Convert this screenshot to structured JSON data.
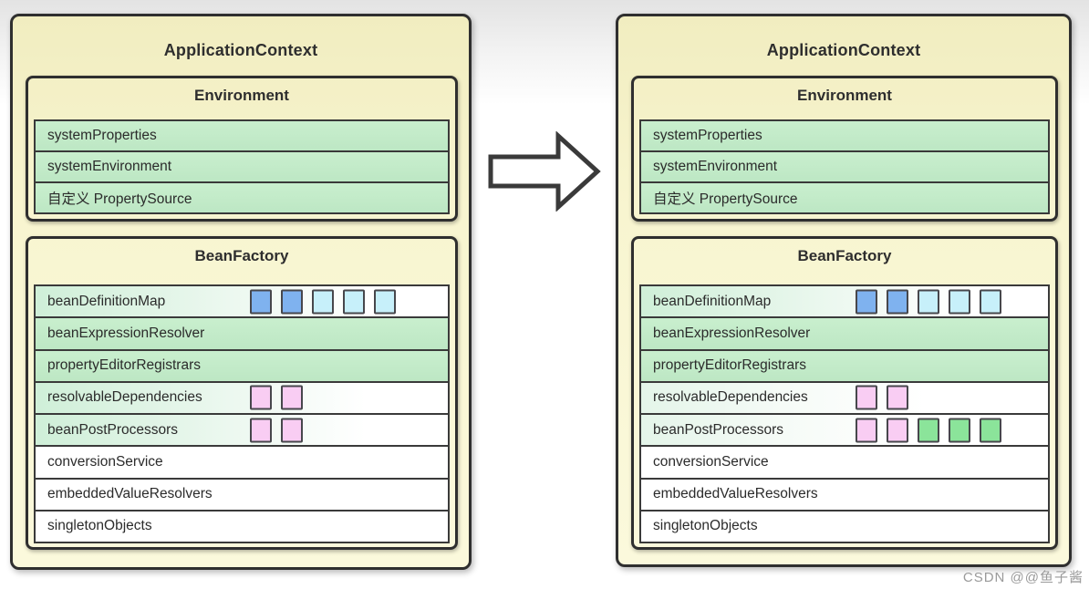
{
  "watermark": {
    "text": "CSDN @@鱼子酱"
  },
  "colors": {
    "chips": {
      "blue": "#7fb2ef",
      "cyan": "#c7f0fa",
      "pink": "#f9cdf3",
      "green": "#8be49a"
    },
    "panel_fill": "#f8f5d0",
    "row_green": "#c3ecc9",
    "border": "#2f2f2f",
    "background_top": "#e3e3e3"
  },
  "arrow": {
    "name": "right-block-arrow"
  },
  "panels": [
    {
      "id": "before",
      "title": "ApplicationContext",
      "environment": {
        "title": "Environment",
        "rows": [
          {
            "label": "systemProperties",
            "fill": "green",
            "chips": []
          },
          {
            "label": "systemEnvironment",
            "fill": "green",
            "chips": []
          },
          {
            "label": "自定义 PropertySource",
            "fill": "green",
            "chips": []
          }
        ]
      },
      "beanFactory": {
        "title": "BeanFactory",
        "rows": [
          {
            "label": "beanDefinitionMap",
            "fill": "fade",
            "chips": [
              "blue",
              "blue",
              "cyan",
              "cyan",
              "cyan"
            ]
          },
          {
            "label": "beanExpressionResolver",
            "fill": "green",
            "chips": []
          },
          {
            "label": "propertyEditorRegistrars",
            "fill": "green",
            "chips": []
          },
          {
            "label": "resolvableDependencies",
            "fill": "fade",
            "chips": [
              "pink",
              "pink"
            ]
          },
          {
            "label": "beanPostProcessors",
            "fill": "fade",
            "chips": [
              "pink",
              "pink"
            ]
          },
          {
            "label": "conversionService",
            "fill": "white",
            "chips": []
          },
          {
            "label": "embeddedValueResolvers",
            "fill": "white",
            "chips": []
          },
          {
            "label": "singletonObjects",
            "fill": "white",
            "chips": []
          }
        ]
      }
    },
    {
      "id": "after",
      "title": "ApplicationContext",
      "environment": {
        "title": "Environment",
        "rows": [
          {
            "label": "systemProperties",
            "fill": "green",
            "chips": []
          },
          {
            "label": "systemEnvironment",
            "fill": "green",
            "chips": []
          },
          {
            "label": "自定义 PropertySource",
            "fill": "green",
            "chips": []
          }
        ]
      },
      "beanFactory": {
        "title": "BeanFactory",
        "rows": [
          {
            "label": "beanDefinitionMap",
            "fill": "fade",
            "chips": [
              "blue",
              "blue",
              "cyan",
              "cyan",
              "cyan"
            ]
          },
          {
            "label": "beanExpressionResolver",
            "fill": "green",
            "chips": []
          },
          {
            "label": "propertyEditorRegistrars",
            "fill": "green",
            "chips": []
          },
          {
            "label": "resolvableDependencies",
            "fill": "fade2",
            "chips": [
              "pink",
              "pink"
            ]
          },
          {
            "label": "beanPostProcessors",
            "fill": "fade2",
            "chips": [
              "pink",
              "pink",
              "green",
              "green",
              "green"
            ]
          },
          {
            "label": "conversionService",
            "fill": "white",
            "chips": []
          },
          {
            "label": "embeddedValueResolvers",
            "fill": "white",
            "chips": []
          },
          {
            "label": "singletonObjects",
            "fill": "white",
            "chips": []
          }
        ]
      }
    }
  ]
}
